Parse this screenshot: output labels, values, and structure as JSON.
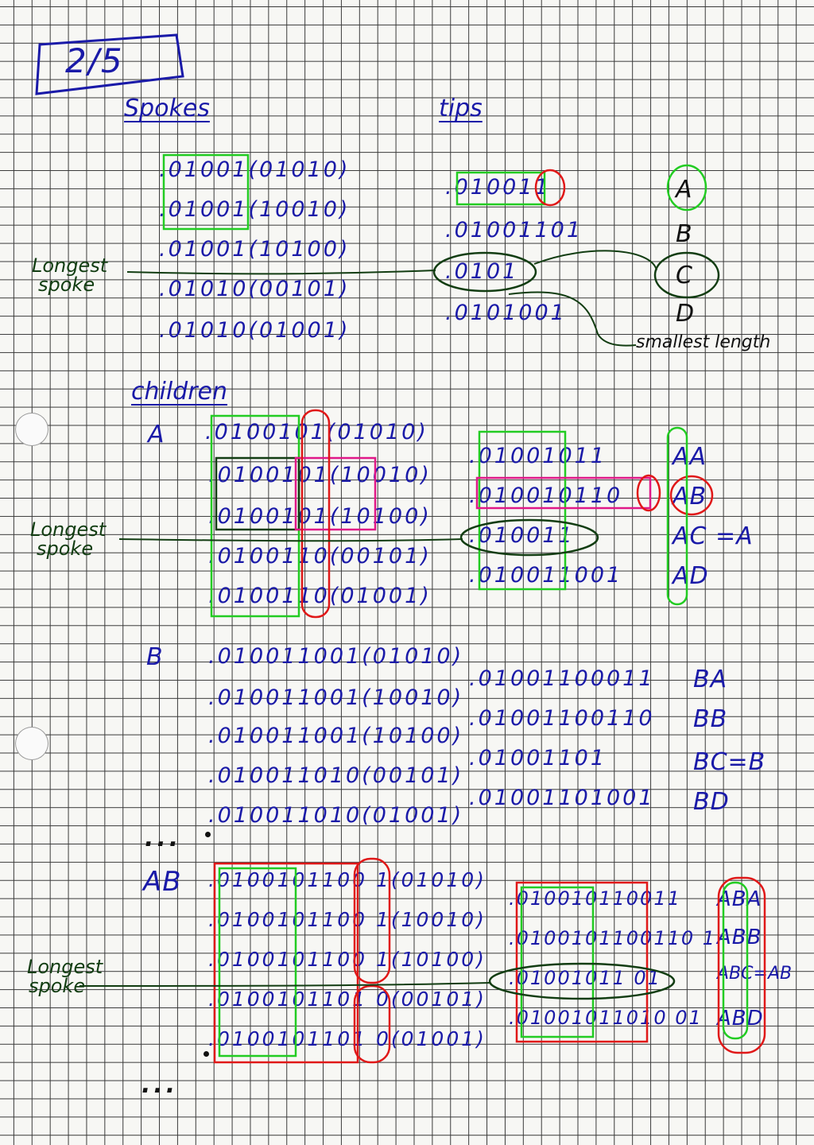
{
  "page_number": "2/5",
  "headings": {
    "spokes": "Spokes",
    "tips": "tips",
    "children": "children"
  },
  "annotations": {
    "longest_spoke_1": [
      "Longest",
      "spoke"
    ],
    "longest_spoke_2": [
      "Longest",
      "spoke"
    ],
    "longest_spoke_3": [
      "Longest",
      "spoke"
    ],
    "smallest_length": "smallest length",
    "ellipsis": [
      "...",
      "..."
    ]
  },
  "group_labels": {
    "A": "A",
    "B": "B",
    "AB": "AB"
  },
  "spokes": [
    ".01001(01010)",
    ".01001(10010)",
    ".01001(10100)",
    ".01010(00101)",
    ".01010(01001)"
  ],
  "tips": [
    ".010011",
    ".01001101",
    ".0101",
    ".0101001"
  ],
  "tip_labels": [
    "A",
    "B",
    "C",
    "D"
  ],
  "children": {
    "A": {
      "spokes": [
        ".0100101(01010)",
        ".0100101(10010)",
        ".0100101(10100)",
        ".0100110(00101)",
        ".0100110(01001)"
      ],
      "tips": [
        ".01001011",
        ".010010110",
        ".010011",
        ".010011001"
      ],
      "labels": [
        "AA",
        "AB",
        "AC =A",
        "AD"
      ]
    },
    "B": {
      "spokes": [
        ".010011001(01010)",
        ".010011001(10010)",
        ".010011001(10100)",
        ".010011010(00101)",
        ".010011010(01001)"
      ],
      "tips": [
        ".01001100011",
        ".01001100110",
        ".01001101",
        ".01001101001"
      ],
      "labels": [
        "BA",
        "BB",
        "BC=B",
        "BD"
      ]
    },
    "AB": {
      "spokes": [
        ".0100101100 1(01010)",
        ".0100101100 1(10010)",
        ".0100101100 1(10100)",
        ".0100101101 0(00101)",
        ".0100101101 0(01001)"
      ],
      "tips": [
        ".010010110011",
        ".0100101100110 1",
        ".01001011 01",
        ".01001011010 01"
      ],
      "labels": [
        "ABA",
        "ABB",
        "ABC=AB",
        "ABD"
      ]
    }
  },
  "colors": {
    "ink_blue": "#1a1aa8",
    "ink_green": "#123d12",
    "highlight_green": "#22cc22",
    "highlight_red": "#e01818",
    "grid": "#3a3a3a"
  }
}
